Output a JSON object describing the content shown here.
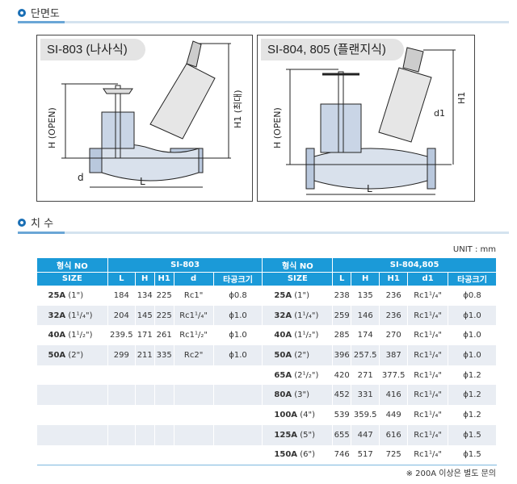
{
  "sections": {
    "cross_section": "단면도",
    "dimensions": "치  수"
  },
  "drawings": [
    {
      "title": "SI-803 (나사식)",
      "labels": {
        "h": "H (OPEN)",
        "h1": "H1 (최대)",
        "d": "d",
        "l": "L"
      }
    },
    {
      "title": "SI-804, 805 (플랜지식)",
      "labels": {
        "h": "H (OPEN)",
        "h1": "H1",
        "d1": "d1",
        "l": "L"
      }
    }
  ],
  "unit": "UNIT : mm",
  "table": {
    "left": {
      "model_label": "형식 NO",
      "model": "SI-803",
      "headers": [
        "SIZE",
        "L",
        "H",
        "H1",
        "d",
        "타공크기"
      ],
      "rows": [
        {
          "size": "25A",
          "inch": "(1\")",
          "L": "184",
          "H": "134",
          "H1": "225",
          "d": "Rc1\"",
          "hole": "ϕ0.8"
        },
        {
          "size": "32A",
          "inch": "(1¹/₄\")",
          "L": "204",
          "H": "145",
          "H1": "225",
          "d": "Rc1¹/₄\"",
          "hole": "ϕ1.0"
        },
        {
          "size": "40A",
          "inch": "(1¹/₂\")",
          "L": "239.5",
          "H": "171",
          "H1": "261",
          "d": "Rc1¹/₂\"",
          "hole": "ϕ1.0"
        },
        {
          "size": "50A",
          "inch": "(2\")",
          "L": "299",
          "H": "211",
          "H1": "335",
          "d": "Rc2\"",
          "hole": "ϕ1.0"
        }
      ]
    },
    "right": {
      "model_label": "형식 NO",
      "model": "SI-804,805",
      "headers": [
        "SIZE",
        "L",
        "H",
        "H1",
        "d1",
        "타공크기"
      ],
      "rows": [
        {
          "size": "25A",
          "inch": "(1\")",
          "L": "238",
          "H": "135",
          "H1": "236",
          "d": "Rc1¹/₄\"",
          "hole": "ϕ0.8"
        },
        {
          "size": "32A",
          "inch": "(1¹/₄\")",
          "L": "259",
          "H": "146",
          "H1": "236",
          "d": "Rc1¹/₄\"",
          "hole": "ϕ1.0"
        },
        {
          "size": "40A",
          "inch": "(1¹/₂\")",
          "L": "285",
          "H": "174",
          "H1": "270",
          "d": "Rc1¹/₄\"",
          "hole": "ϕ1.0"
        },
        {
          "size": "50A",
          "inch": "(2\")",
          "L": "396",
          "H": "257.5",
          "H1": "387",
          "d": "Rc1¹/₄\"",
          "hole": "ϕ1.0"
        },
        {
          "size": "65A",
          "inch": "(2¹/₂\")",
          "L": "420",
          "H": "271",
          "H1": "377.5",
          "d": "Rc1¹/₄\"",
          "hole": "ϕ1.2"
        },
        {
          "size": "80A",
          "inch": "(3\")",
          "L": "452",
          "H": "331",
          "H1": "416",
          "d": "Rc1¹/₄\"",
          "hole": "ϕ1.2"
        },
        {
          "size": "100A",
          "inch": "(4\")",
          "L": "539",
          "H": "359.5",
          "H1": "449",
          "d": "Rc1¹/₄\"",
          "hole": "ϕ1.2"
        },
        {
          "size": "125A",
          "inch": "(5\")",
          "L": "655",
          "H": "447",
          "H1": "616",
          "d": "Rc1¹/₄\"",
          "hole": "ϕ1.5"
        },
        {
          "size": "150A",
          "inch": "(6\")",
          "L": "746",
          "H": "517",
          "H1": "725",
          "d": "Rc1¹/₄\"",
          "hole": "ϕ1.5"
        }
      ]
    }
  },
  "note": "※ 200A 이상은 별도 문의"
}
